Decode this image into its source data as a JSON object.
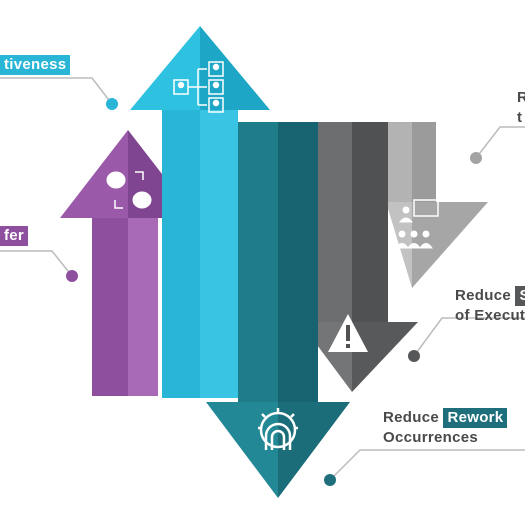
{
  "labels": {
    "effectiveness_fragment": "tiveness",
    "transfer_fragment": "fer",
    "right_top_line1": "R",
    "right_top_line2": "t",
    "reduce_s_prefix": "Reduce",
    "reduce_s_highlight": "S",
    "reduce_s_line2": "of Execut",
    "rework_prefix": "Reduce",
    "rework_highlight": "Rework",
    "rework_line2": "Occurrences"
  },
  "colors": {
    "cyan": "#29b6d6",
    "purple": "#8e4f9e",
    "teal": "#1e6f7b",
    "dark_gray": "#555759",
    "light_gray": "#a3a3a3"
  },
  "icons": {
    "cyan_arrow": "org-chart-icon",
    "purple_arrow": "brain-exchange-icon",
    "teal_arrow": "gear-magnet-icon",
    "dark_gray_arrow": "warning-icon",
    "light_gray_arrow": "presentation-icon"
  }
}
